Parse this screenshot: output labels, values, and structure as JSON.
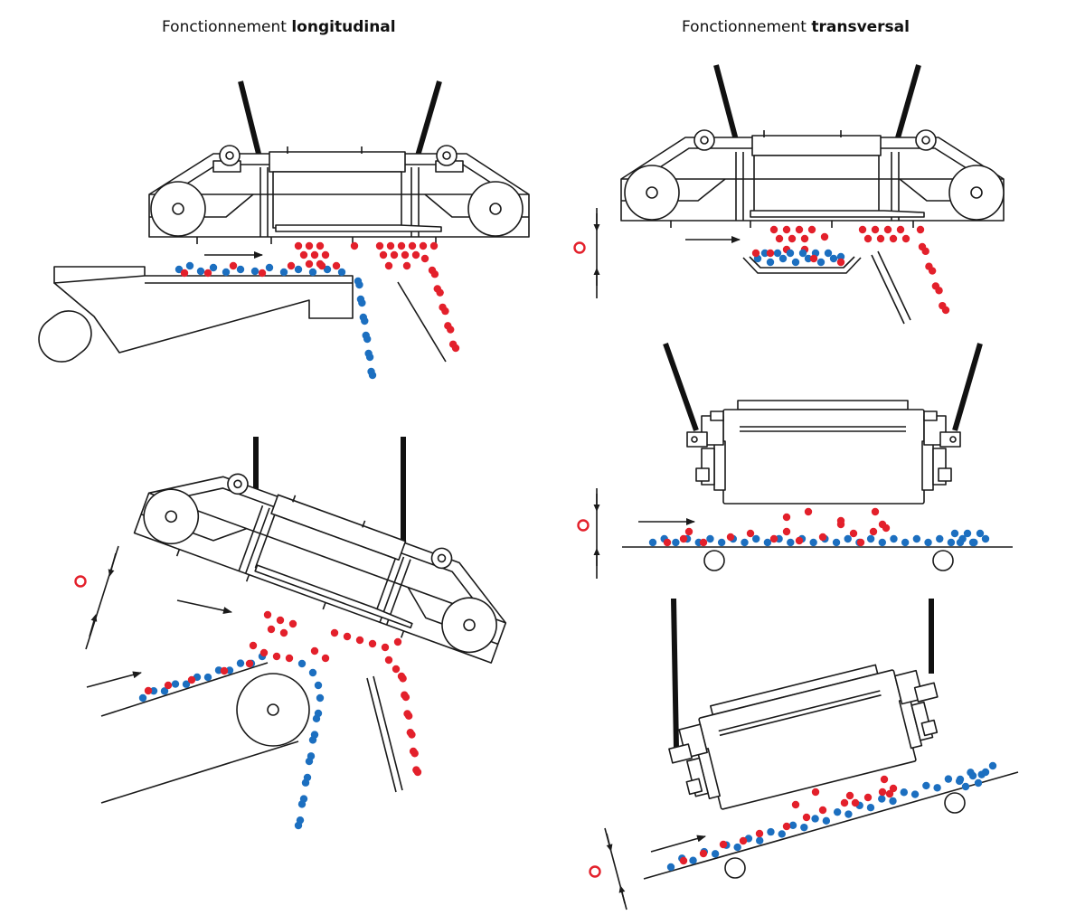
{
  "titles": {
    "longitudinal": {
      "prefix": "Fonctionnement",
      "bold": "longitudinal"
    },
    "transversal": {
      "prefix": "Fonctionnement",
      "bold": "transversal"
    }
  },
  "colors": {
    "ferrous_particle": "#e3202b",
    "non_ferrous_particle": "#1c6fc0",
    "line": "#1a1a1a",
    "distance_marker": "#e3202b"
  }
}
